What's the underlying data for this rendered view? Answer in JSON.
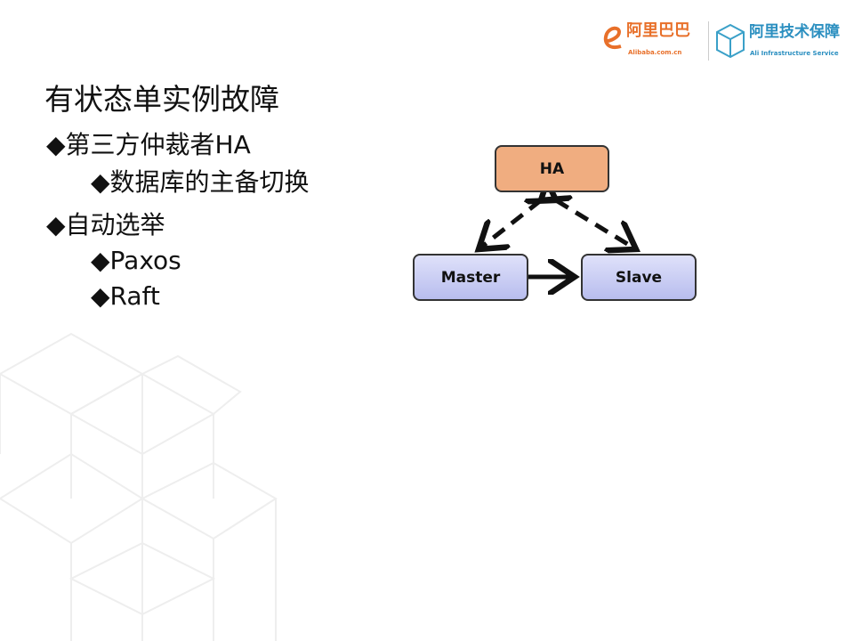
{
  "logo": {
    "alibaba_cn": "阿里巴巴",
    "alibaba_en": "Alibaba.com.cn",
    "ais_cn": "阿里技术保障",
    "ais_en": "Ali Infrastructure Service"
  },
  "title": "有状态单实例故障",
  "bullets": [
    {
      "marker": "◆",
      "text": "第三方仲裁者HA",
      "children": [
        {
          "marker": "◆",
          "text": "数据库的主备切换"
        }
      ]
    },
    {
      "marker": "◆",
      "text": "自动选举",
      "children": [
        {
          "marker": "◆",
          "text": "Paxos"
        },
        {
          "marker": "◆",
          "text": "Raft"
        }
      ]
    }
  ],
  "diagram": {
    "ha": "HA",
    "master": "Master",
    "slave": "Slave",
    "colors": {
      "ha": "#f0ad80",
      "node": "#c8ccf0"
    }
  }
}
